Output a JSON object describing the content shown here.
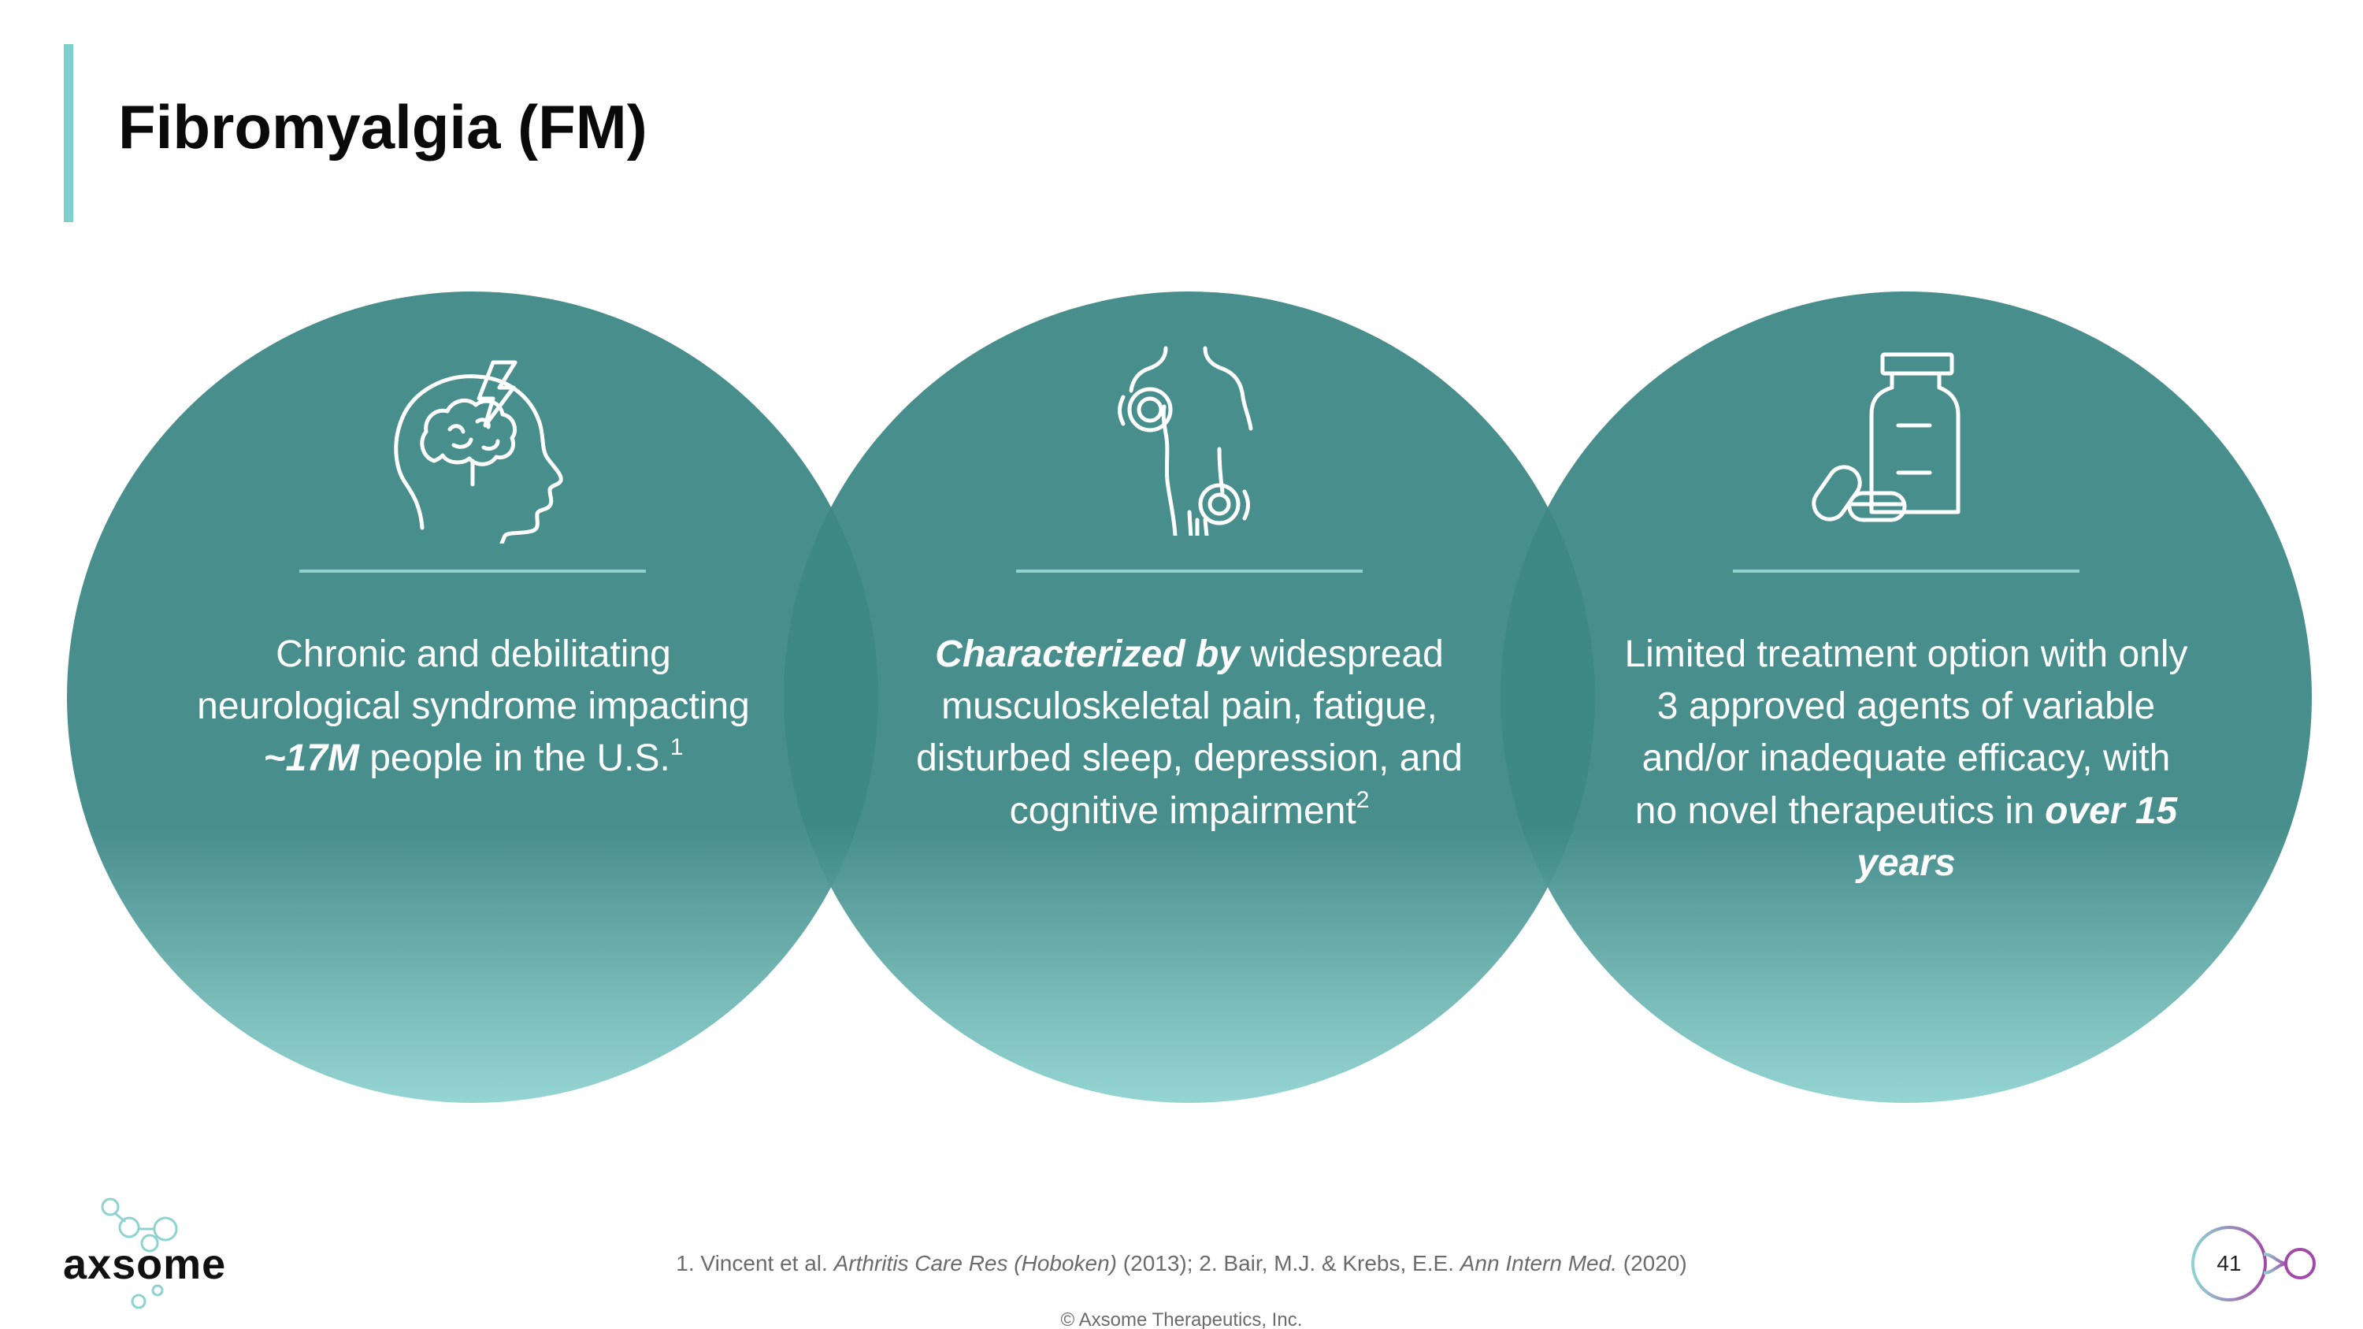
{
  "slide": {
    "title": "Fibromyalgia (FM)",
    "page_number": "41"
  },
  "colors": {
    "circle_dark": "#3e8886",
    "circle_light": "#8fd3d1",
    "divider": "#8fd3cc",
    "accent_bar": "#7fcfcf",
    "icon_stroke": "#ffffff",
    "text_white": "#ffffff"
  },
  "circles": [
    {
      "icon": "brain-lightning-icon",
      "text_parts": [
        {
          "t": "Chronic and debilitating neurological syndrome impacting ",
          "style": "normal"
        },
        {
          "t": "~17M",
          "style": "bold-italic"
        },
        {
          "t": " people in the U.S.",
          "style": "normal"
        },
        {
          "t": "1",
          "style": "sup"
        }
      ]
    },
    {
      "icon": "body-pain-points-icon",
      "text_parts": [
        {
          "t": "Characterized by",
          "style": "bold-italic"
        },
        {
          "t": " widespread musculoskeletal pain, fatigue, disturbed sleep, depression, and cognitive impairment",
          "style": "normal"
        },
        {
          "t": "2",
          "style": "sup"
        }
      ]
    },
    {
      "icon": "medicine-bottle-pills-icon",
      "text_parts": [
        {
          "t": "Limited treatment option with only 3 approved agents of variable and/or inadequate efficacy, with no novel therapeutics in ",
          "style": "normal"
        },
        {
          "t": "over 15 years",
          "style": "bold-italic"
        }
      ]
    }
  ],
  "footer": {
    "logo_text": "axsome",
    "reference_parts": [
      {
        "t": "1. Vincent et al. ",
        "style": "normal"
      },
      {
        "t": "Arthritis Care Res (Hoboken)",
        "style": "italic"
      },
      {
        "t": " (2013); 2. Bair, M.J. & Krebs, E.E. ",
        "style": "normal"
      },
      {
        "t": "Ann Intern Med.",
        "style": "italic"
      },
      {
        "t": " (2020)",
        "style": "normal"
      }
    ],
    "copyright": "© Axsome Therapeutics, Inc."
  }
}
